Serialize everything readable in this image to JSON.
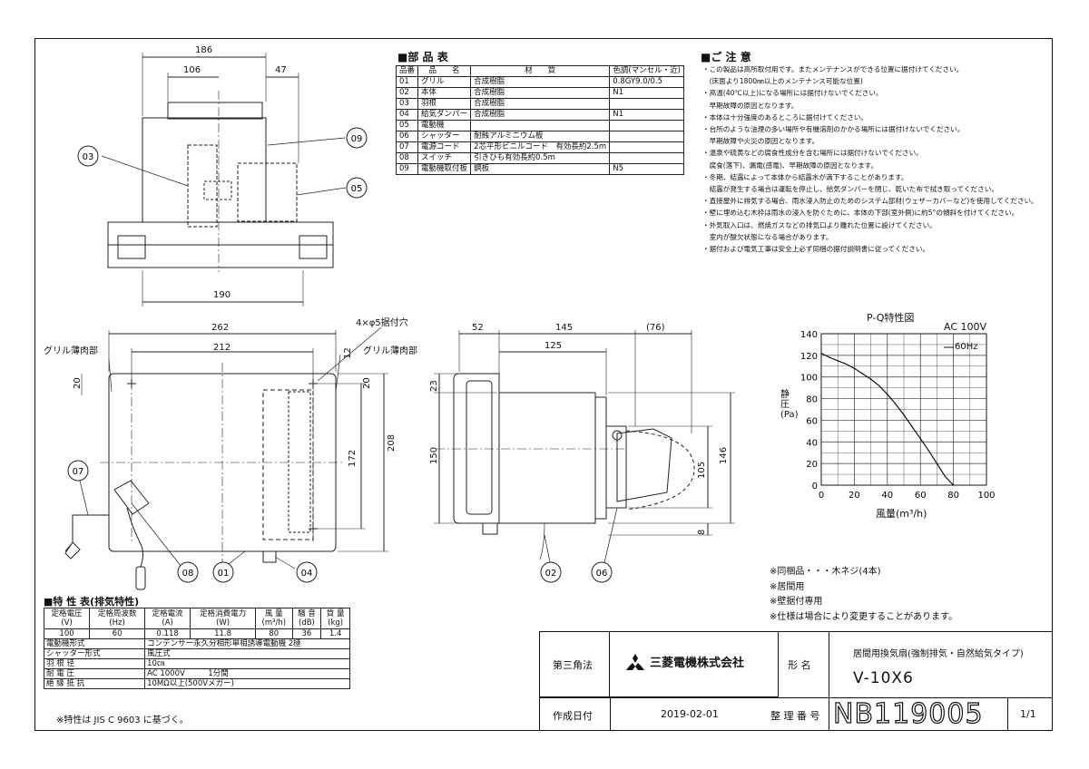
{
  "parts_table": {
    "title": "■部 品 表",
    "headers": [
      "品番",
      "品　　名",
      "材　　質",
      "色調(マンセル・近)"
    ],
    "rows": [
      [
        "01",
        "グリル",
        "合成樹脂",
        "0.8GY9.0/0.5"
      ],
      [
        "02",
        "本体",
        "合成樹脂",
        "N1"
      ],
      [
        "03",
        "羽根",
        "合成樹脂",
        ""
      ],
      [
        "04",
        "給気ダンパー",
        "合成樹脂",
        "N1"
      ],
      [
        "05",
        "電動機",
        "",
        ""
      ],
      [
        "06",
        "シャッター",
        "耐蝕アルミニウム板",
        ""
      ],
      [
        "07",
        "電源コード",
        "2芯平形ビニルコード　有効長約2.5m",
        ""
      ],
      [
        "08",
        "スイッチ",
        "引きひも有効長約0.5m",
        ""
      ],
      [
        "09",
        "電動機取付板",
        "鋼板",
        "N5"
      ]
    ]
  },
  "notes": {
    "title": "■ご 注 意",
    "lines": [
      "・この製品は高所取付用です。またメンテナンスができる位置に据付けてください。",
      "　(床面より1800㎜以上のメンテナンス可能な位置)",
      "・高温(40℃以上)になる場所には据付けないでください。",
      "　早期故障の原因となります。",
      "・本体は十分強度のあるところに据付けてください。",
      "・台所のような油煙の多い場所や有機溶剤のかかる場所には据付けないでください。",
      "　早期故障や火災の原因となります。",
      "・温泉や硫黄などの腐食性成分を含む場所には据付けないでください。",
      "　腐食(落下)、漏電(感電)、早期故障の原因となります。",
      "・冬期、結露によって本体から結露水が滴下することがあります。",
      "　結露が発生する場合は運転を停止し、給気ダンパーを閉じ、乾いた布で拭き取ってください。",
      "・直接屋外に排気する場合、雨水浸入防止のためのシステム部材(ウェザーカバーなど)を使用してください。",
      "・壁に埋め込む木枠は雨水の浸入を防ぐために、本体の下部(室外側)に約5°の傾斜を付けてください。",
      "・外気取入口は、燃焼ガスなどの排気口より離れた位置に設けてください。",
      "　室内が酸欠状態になる場合があります。",
      "・据付および電気工事は安全上必ず同梱の据付説明書に従ってください。"
    ]
  },
  "dimensions": {
    "top_view": {
      "overall": "186",
      "left": "106",
      "right": "47",
      "bottom": "190"
    },
    "front_view": {
      "width_outer": "262",
      "width_inner": "212",
      "height_outer": "208",
      "height_inner": "172",
      "margin_left": "20",
      "margin_right": "20",
      "offset": "12",
      "hole_note": "4×φ5据付穴",
      "thin_left": "グリル薄肉部",
      "thin_right": "グリル薄肉部"
    },
    "side_view": {
      "d1": "52",
      "d2": "145",
      "d3": "(76)",
      "d4": "125",
      "h1": "23",
      "h2": "150",
      "h3": "105",
      "h4": "146",
      "h5": "8"
    }
  },
  "callouts": [
    "01",
    "02",
    "03",
    "04",
    "05",
    "06",
    "07",
    "08",
    "09"
  ],
  "pq_chart": {
    "title": "P-Q特性図",
    "power": "AC 100V",
    "freq_label": "60Hz"
  },
  "chart_data": {
    "type": "line",
    "title": "P-Q特性図",
    "xlabel": "風量(m³/h)",
    "ylabel": "静圧(Pa)",
    "xlim": [
      0,
      100
    ],
    "ylim": [
      0,
      140
    ],
    "x_ticks": [
      "0",
      "20",
      "40",
      "60",
      "80",
      "100"
    ],
    "y_ticks": [
      "0",
      "20",
      "40",
      "60",
      "80",
      "100",
      "120",
      "140"
    ],
    "grid": true,
    "legend": "top-right",
    "series": [
      {
        "name": "60Hz",
        "x": [
          0,
          5,
          10,
          15,
          20,
          25,
          30,
          35,
          40,
          45,
          50,
          55,
          60,
          65,
          70,
          75,
          80
        ],
        "y": [
          122,
          118,
          115,
          112,
          108,
          103,
          98,
          92,
          84,
          75,
          65,
          54,
          43,
          32,
          20,
          8,
          0
        ]
      }
    ]
  },
  "characteristics": {
    "title": "■特 性 表(排気特性)",
    "headers": [
      [
        "定格電圧",
        "(V)"
      ],
      [
        "定格周波数",
        "(Hz)"
      ],
      [
        "定格電流",
        "(A)"
      ],
      [
        "定格消費電力",
        "(W)"
      ],
      [
        "風 量",
        "(m³/h)"
      ],
      [
        "騒 音",
        "(dB)"
      ],
      [
        "質 量",
        "(kg)"
      ]
    ],
    "values": [
      "100",
      "60",
      "0.118",
      "11.8",
      "80",
      "36",
      "1.4"
    ],
    "specs": [
      [
        "電動機形式",
        "コンデンサー永久分相形単相誘導電動機 2極"
      ],
      [
        "シャッター形式",
        "風圧式"
      ],
      [
        "羽 根 径",
        "10㎝"
      ],
      [
        "耐 電 圧",
        "AC 1000V　　　1分間"
      ],
      [
        "絶 縁 抵 抗",
        "10MΩ以上(500Vメガー)"
      ]
    ],
    "footnote": "※特性は JIS C 9603 に基づく。"
  },
  "remarks": [
    "※同梱品・・・木ネジ(4本)",
    "※居間用",
    "※壁据付専用",
    "※仕様は場合により変更することがあります。"
  ],
  "title_block": {
    "projection": "第三角法",
    "company": "三菱電機株式会社",
    "name_label": "形 名",
    "product_desc": "居間用換気扇(強制排気・自然給気タイプ)",
    "model": "V-10X6",
    "date_label": "作成日付",
    "date": "2019-02-01",
    "number_label": "整 理 番 号",
    "number": "NB119005",
    "page": "1/1"
  }
}
